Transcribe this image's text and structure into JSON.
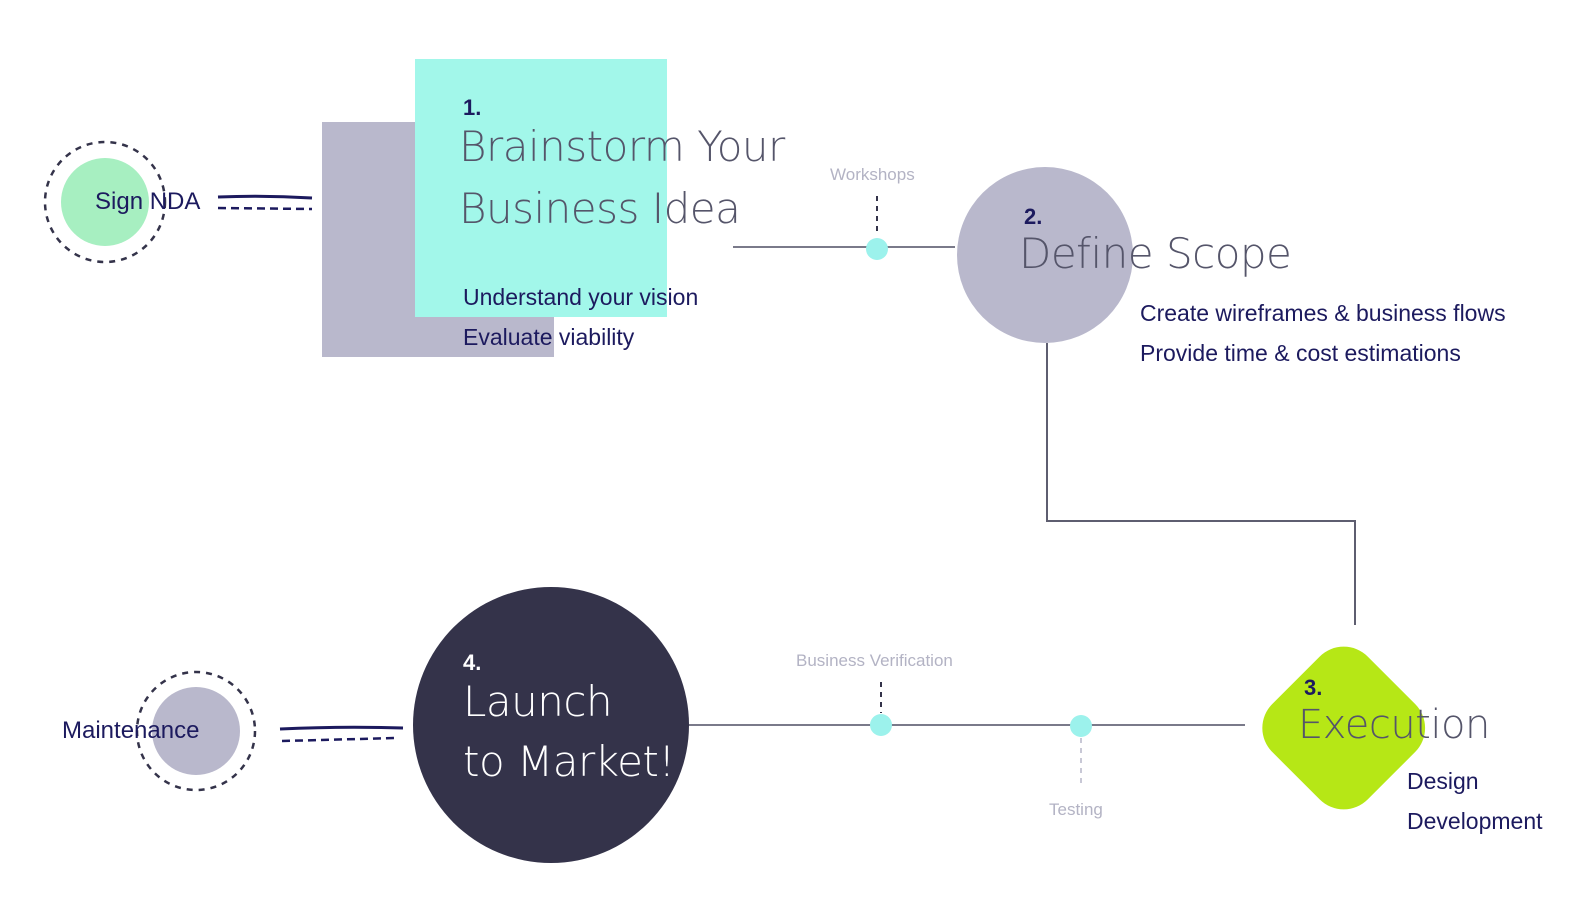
{
  "start": {
    "label": "Sign NDA"
  },
  "steps": [
    {
      "number": "1.",
      "title_line1": "Brainstorm Your",
      "title_line2": "Business Idea",
      "bullets": [
        "Understand your vision",
        "Evaluate viability"
      ]
    },
    {
      "number": "2.",
      "title": "Define Scope",
      "bullets": [
        "Create wireframes & business flows",
        "Provide time & cost estimations"
      ]
    },
    {
      "number": "3.",
      "title": "Execution",
      "bullets": [
        "Design",
        "Development"
      ]
    },
    {
      "number": "4.",
      "title_line1": "Launch",
      "title_line2": "to Market!"
    }
  ],
  "milestones": {
    "workshops": "Workshops",
    "business_verification": "Business Verification",
    "testing": "Testing"
  },
  "end": {
    "label": "Maintenance"
  },
  "colors": {
    "teal": "#a2f7ea",
    "lavender": "#b9b8cc",
    "mint": "#a7efc1",
    "lime": "#b6e716",
    "dark": "#34334a",
    "navy": "#1c1a5e",
    "dot": "#9cf2ec"
  }
}
